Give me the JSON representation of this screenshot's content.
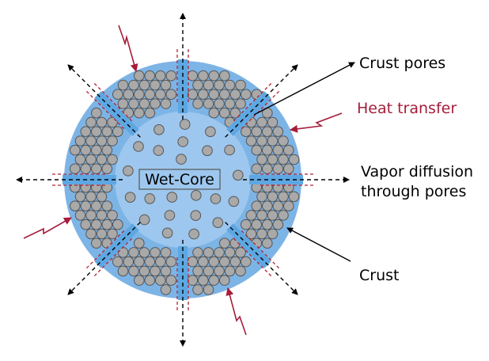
{
  "labels": {
    "crust_pores": "Crust pores",
    "heat_transfer": "Heat transfer",
    "vapor_line1": "Vapor diffusion",
    "vapor_line2": "through pores",
    "crust": "Crust",
    "wet_core": "Wet-Core"
  },
  "colors": {
    "outer_disc": "#7db4e6",
    "core_disc": "#9dc7ee",
    "particle_fill": "#a9a9a9",
    "particle_stroke": "#555555",
    "pore_channel": "#5da7e2",
    "pore_border": "#b22234",
    "heat_arrow": "#a51d3a",
    "heat_text": "#a51d3a",
    "text": "#000000"
  }
}
